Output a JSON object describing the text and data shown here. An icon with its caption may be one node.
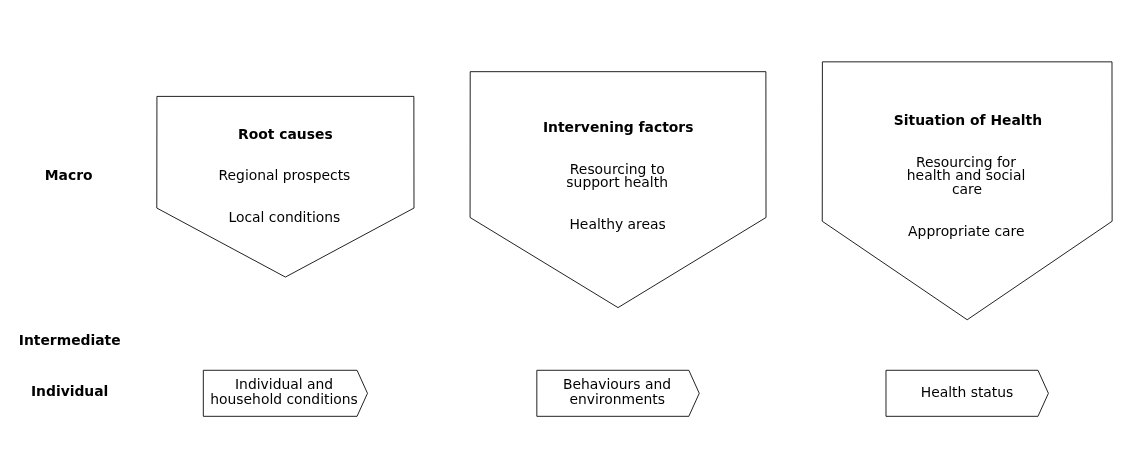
{
  "diagram": {
    "nodes": [
      {
        "text": [
          "Root causes",
          "Regional prospects",
          "Local conditions"
        ]
      },
      {
        "text": [
          "Intervening factors",
          "Resourcing to support health",
          "Healthy areas"
        ]
      },
      {
        "text": [
          "Situation of Health",
          "Resourcing for health and social care",
          "Appropriate care"
        ]
      },
      {
        "text": [
          "Individual and household conditions"
        ]
      },
      {
        "text": [
          "Behaviours and environments"
        ]
      },
      {
        "text": [
          "Health status"
        ]
      }
    ],
    "edges": [],
    "labels": [
      "Macro",
      "Intermediate",
      "Individual"
    ]
  }
}
